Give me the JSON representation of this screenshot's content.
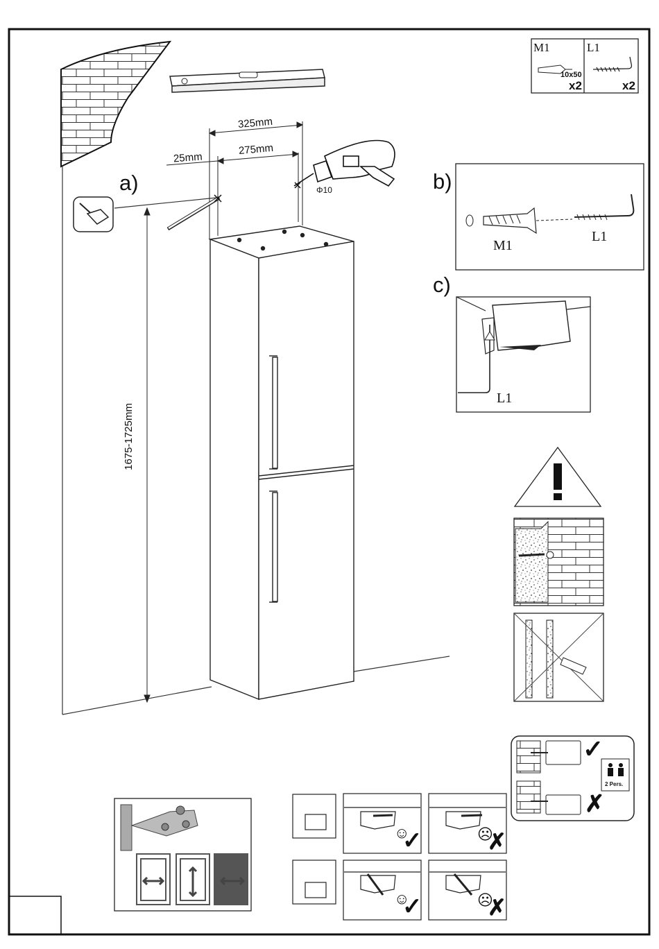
{
  "parts": {
    "m1": {
      "code": "M1",
      "size": "10x50",
      "qty": "x2"
    },
    "l1": {
      "code": "L1",
      "qty": "x2"
    }
  },
  "steps": {
    "a": "a)",
    "b": "b)",
    "c": "c)"
  },
  "dimensions": {
    "width_outer": "325mm",
    "width_inner": "275mm",
    "side_offset": "25mm",
    "height_range": "1675-1725mm",
    "drill": "Φ10"
  },
  "detail_b": {
    "m1": "M1",
    "l1": "L1"
  },
  "detail_c": {
    "l1": "L1"
  },
  "persons": "2 Pers.",
  "marks": {
    "ok": "✓",
    "bad": "✗",
    "happy": "☺",
    "sad": "☹"
  }
}
